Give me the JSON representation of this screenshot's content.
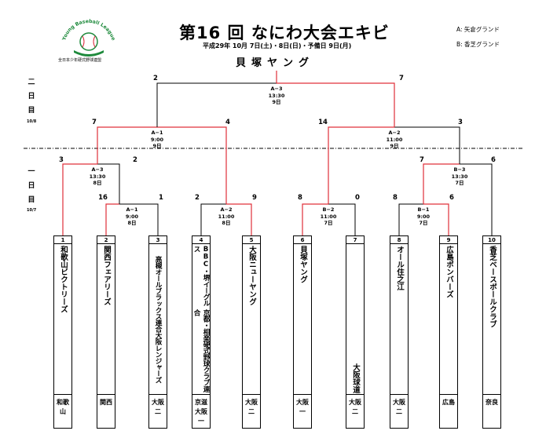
{
  "header": {
    "title": "第16 回 なにわ大会エキビ",
    "dates": "平成29年 10月 7日(土)・8日(日)・予備日 9日(月)",
    "champion": "貝塚ヤング",
    "logo_text_arc": "Young Baseball League",
    "logo_caption": "全日本少年硬式野球連盟"
  },
  "legend": {
    "a": "A: 矢倉グランド",
    "b": "B: 香芝グランド"
  },
  "days": {
    "day2": {
      "label": "二日目",
      "date": "10/8"
    },
    "day1": {
      "label": "一日目",
      "date": "10/7"
    }
  },
  "teams": [
    {
      "seed": "1",
      "name": "和歌山ビクトリーズ",
      "short": "和歌山"
    },
    {
      "seed": "2",
      "name": "関西フェアリーズ",
      "short": "関西"
    },
    {
      "seed": "3",
      "name_col1": "大阪レンジャーズ",
      "name_col2": "高槻オールブラックス連合",
      "short": "大阪二"
    },
    {
      "seed": "4",
      "name_col1": "京都・相楽硬式野球クラブ連合",
      "name_col2": "BBC・堺イーグルス",
      "short": "京滋大阪一"
    },
    {
      "seed": "5",
      "name": "大阪ニューヤング",
      "short": "大阪二"
    },
    {
      "seed": "6",
      "name": "貝塚ヤング",
      "short": "大阪一"
    },
    {
      "seed": "7",
      "name": "大阪球道",
      "short": "大阪二"
    },
    {
      "seed": "8",
      "name": "オール住之江",
      "short": "大阪二"
    },
    {
      "seed": "9",
      "name": "広島ボンバーズ",
      "short": "広島"
    },
    {
      "seed": "10",
      "name": "香芝ベースボールクラブ",
      "short": "奈良"
    }
  ],
  "matches": {
    "a1_day1": {
      "code": "A−1",
      "time": "9:00",
      "no": "8日",
      "left_score": "16",
      "right_score": "1"
    },
    "a2_day1": {
      "code": "A−2",
      "time": "11:00",
      "no": "8日",
      "left_score": "2",
      "right_score": "9"
    },
    "a3_day1": {
      "code": "A−3",
      "time": "13:30",
      "no": "8日",
      "left_score": "3",
      "right_score": "2"
    },
    "b1_day1": {
      "code": "B−1",
      "time": "9:00",
      "no": "7日",
      "left_score": "8",
      "right_score": "6"
    },
    "b2_day1": {
      "code": "B−2",
      "time": "11:00",
      "no": "7日",
      "left_score": "8",
      "right_score": "0"
    },
    "b3_day1": {
      "code": "B−3",
      "time": "13:30",
      "no": "7日",
      "left_score": "7",
      "right_score": "6"
    },
    "a1_day2": {
      "code": "A−1",
      "time": "9:00",
      "no": "9日",
      "left_score": "7",
      "right_score": "4"
    },
    "a2_day2": {
      "code": "A−2",
      "time": "11:00",
      "no": "9日",
      "left_score": "14",
      "right_score": "3"
    },
    "final": {
      "code": "A−3",
      "time": "13:30",
      "no": "9日",
      "left_score": "2",
      "right_score": "7"
    }
  },
  "colors": {
    "winner_line": "#e0303a",
    "line": "#000000",
    "logo_green": "#1e8a3c",
    "logo_red": "#d8283a"
  }
}
